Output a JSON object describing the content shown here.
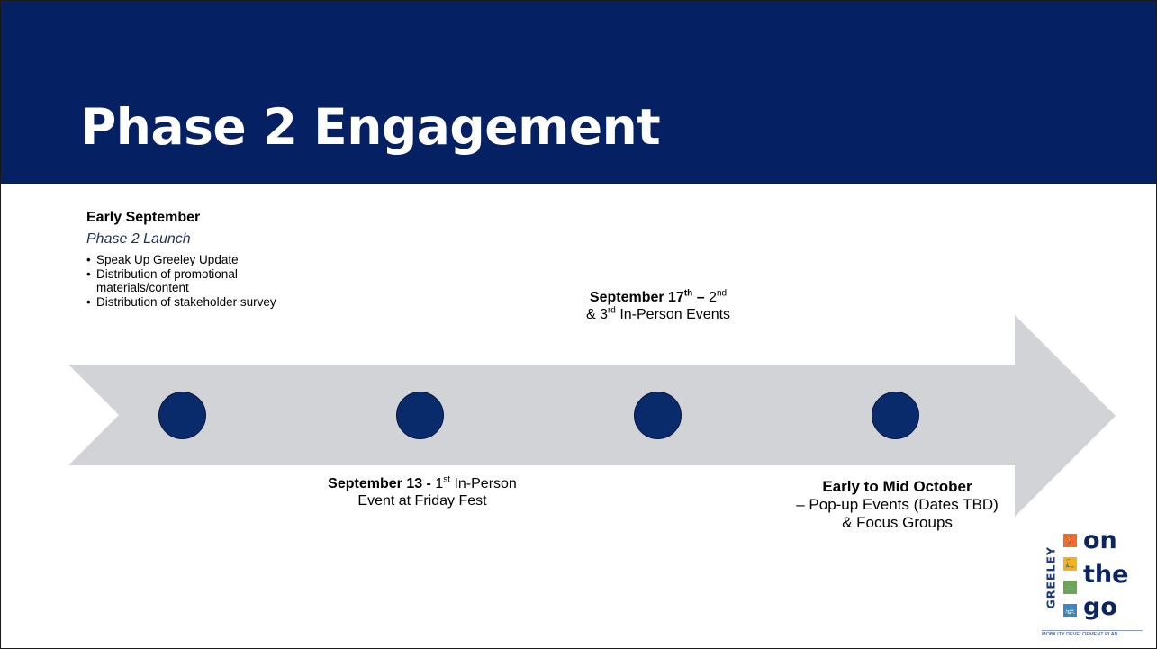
{
  "title": "Phase 2 Engagement",
  "colors": {
    "header": "#052163",
    "arrow": "#d2d3d7",
    "milestone_dot": "#0a2b6b"
  },
  "early_september": {
    "heading": "Early September",
    "subheading": "Phase 2 Launch",
    "bullets": [
      "Speak Up Greeley Update",
      "Distribution of promotional materials/content",
      "Distribution of stakeholder survey"
    ]
  },
  "sept17": {
    "date": "September 17",
    "date_sup": "th",
    "sep": " – ",
    "num1": "2",
    "num1_sup": "nd",
    "amp": "& 3",
    "num2_sup": "rd",
    "rest": " In-Person Events"
  },
  "sept13": {
    "date": "September 13 - ",
    "num": "1",
    "num_sup": "st",
    "rest": " In-Person Event at Friday Fest"
  },
  "october": {
    "heading": "Early to Mid October",
    "body": "– Pop-up Events (Dates TBD) & Focus Groups"
  },
  "logo": {
    "vertical": "GREELEY",
    "word1": "on",
    "word2": "the",
    "word3": "go",
    "tagline": "MOBILITY DEVELOPMENT PLAN"
  }
}
